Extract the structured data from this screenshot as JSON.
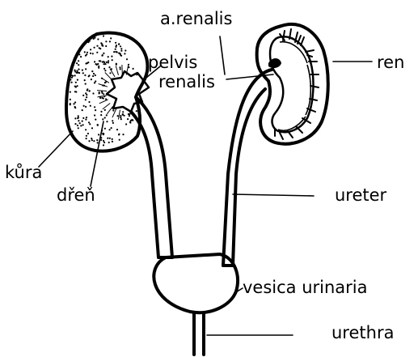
{
  "labels": {
    "a_renalis": "a.renalis",
    "pelvis": "pelvis",
    "renalis": "renalis",
    "ren": "ren",
    "kura": "kůra",
    "dren": "dřeň",
    "ureter": "ureter",
    "vesica_urinaria": "vesica urinaria",
    "urethra": "urethra"
  },
  "colors": {
    "ink": "#000000",
    "background": "#ffffff"
  }
}
